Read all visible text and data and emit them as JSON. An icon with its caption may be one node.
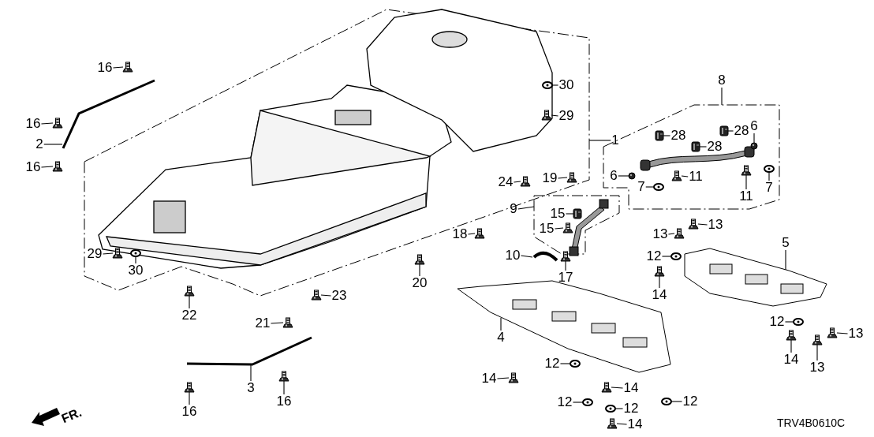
{
  "diagram": {
    "nodes": [
      {
        "text": [
          "16"
        ]
      },
      {
        "text": [
          "8"
        ]
      },
      {
        "text": [
          "30"
        ]
      },
      {
        "text": [
          "1"
        ]
      },
      {
        "text": [
          "29"
        ]
      },
      {
        "text": [
          "16"
        ]
      },
      {
        "text": [
          "28"
        ]
      },
      {
        "text": [
          "28"
        ]
      },
      {
        "text": [
          "6"
        ]
      },
      {
        "text": [
          "2"
        ]
      },
      {
        "text": [
          "28"
        ]
      },
      {
        "text": [
          "16"
        ]
      },
      {
        "text": [
          "6"
        ]
      },
      {
        "text": [
          "11"
        ]
      },
      {
        "text": [
          "24"
        ]
      },
      {
        "text": [
          "19"
        ]
      },
      {
        "text": [
          "7"
        ]
      },
      {
        "text": [
          "11"
        ]
      },
      {
        "text": [
          "7"
        ]
      },
      {
        "text": [
          "9"
        ]
      },
      {
        "text": [
          "15"
        ]
      },
      {
        "text": [
          "15"
        ]
      },
      {
        "text": [
          "18"
        ]
      },
      {
        "text": [
          "13"
        ]
      },
      {
        "text": [
          "13"
        ]
      },
      {
        "text": [
          "5"
        ]
      },
      {
        "text": [
          "29"
        ]
      },
      {
        "text": [
          "10"
        ]
      },
      {
        "text": [
          "12"
        ]
      },
      {
        "text": [
          "30"
        ]
      },
      {
        "text": [
          "17"
        ]
      },
      {
        "text": [
          "20"
        ]
      },
      {
        "text": [
          "14"
        ]
      },
      {
        "text": [
          "23"
        ]
      },
      {
        "text": [
          "22"
        ]
      },
      {
        "text": [
          "4"
        ]
      },
      {
        "text": [
          "21"
        ]
      },
      {
        "text": [
          "12"
        ]
      },
      {
        "text": [
          "13"
        ]
      },
      {
        "text": [
          "14"
        ]
      },
      {
        "text": [
          "12"
        ]
      },
      {
        "text": [
          "13"
        ]
      },
      {
        "text": [
          "14"
        ]
      },
      {
        "text": [
          "3"
        ]
      },
      {
        "text": [
          "14"
        ]
      },
      {
        "text": [
          "16"
        ]
      },
      {
        "text": [
          "12"
        ]
      },
      {
        "text": [
          "12"
        ]
      },
      {
        "text": [
          "12"
        ]
      },
      {
        "text": [
          "16"
        ]
      },
      {
        "text": [
          "14"
        ]
      },
      {
        "text": [],
        "shape": "picture"
      },
      {
        "text": [],
        "shape": "picture"
      },
      {
        "text": [],
        "shape": "picture"
      },
      {
        "text": [],
        "shape": "picture"
      },
      {
        "text": [],
        "shape": "picture"
      },
      {
        "text": [],
        "shape": "picture"
      },
      {
        "text": [],
        "shape": "picture"
      },
      {
        "text": [],
        "shape": "picture"
      },
      {
        "text": [],
        "shape": "picture"
      },
      {
        "text": [],
        "shape": "picture"
      },
      {
        "text": [],
        "shape": "picture"
      },
      {
        "text": [],
        "shape": "picture"
      },
      {
        "text": [],
        "shape": "picture"
      },
      {
        "text": [],
        "shape": "picture"
      },
      {
        "text": [],
        "shape": "picture"
      },
      {
        "text": [],
        "shape": "picture"
      },
      {
        "text": [],
        "shape": "picture"
      },
      {
        "text": [],
        "shape": "picture"
      },
      {
        "text": [],
        "shape": "picture"
      },
      {
        "text": [],
        "shape": "picture"
      },
      {
        "text": [],
        "shape": "picture"
      },
      {
        "text": [],
        "shape": "picture"
      },
      {
        "text": [],
        "shape": "picture"
      },
      {
        "text": [],
        "shape": "picture"
      },
      {
        "text": [],
        "shape": "picture"
      },
      {
        "text": [],
        "shape": "picture"
      },
      {
        "text": [],
        "shape": "picture"
      },
      {
        "text": [],
        "shape": "picture"
      },
      {
        "text": [],
        "shape": "picture"
      },
      {
        "text": [],
        "shape": "picture"
      },
      {
        "text": [],
        "shape": "picture"
      },
      {
        "text": [],
        "shape": "picture"
      },
      {
        "text": [],
        "shape": "picture"
      },
      {
        "text": [],
        "shape": "picture"
      },
      {
        "text": [],
        "shape": "picture"
      },
      {
        "text": [],
        "shape": "picture"
      },
      {
        "text": [],
        "shape": "picture"
      },
      {
        "text": [],
        "shape": "picture"
      },
      {
        "text": [],
        "shape": "picture"
      },
      {
        "text": [],
        "shape": "picture"
      },
      {
        "text": [],
        "shape": "picture"
      },
      {
        "text": [],
        "shape": "picture"
      },
      {
        "text": [],
        "shape": "picture"
      },
      {
        "text": [],
        "shape": "picture"
      },
      {
        "text": [],
        "shape": "picture"
      },
      {
        "text": [],
        "shape": "picture"
      },
      {
        "text": [],
        "shape": "picture"
      },
      {
        "text": [],
        "shape": "picture"
      }
    ],
    "edges": [
      {
        "from": 0,
        "to": 51,
        "arrow": "none"
      },
      {
        "from": 1,
        "to": null,
        "arrow": "none"
      },
      {
        "from": 2,
        "to": 52,
        "arrow": "none"
      },
      {
        "from": 3,
        "to": null,
        "arrow": "none"
      },
      {
        "from": 4,
        "to": 53,
        "arrow": "none"
      },
      {
        "from": 5,
        "to": 54,
        "arrow": "none"
      },
      {
        "from": 6,
        "to": 55,
        "arrow": "none"
      },
      {
        "from": 7,
        "to": 56,
        "arrow": "none"
      },
      {
        "from": 8,
        "to": 57,
        "arrow": "none"
      },
      {
        "from": 9,
        "to": 58,
        "arrow": "none"
      },
      {
        "from": 10,
        "to": 59,
        "arrow": "none"
      },
      {
        "from": 11,
        "to": 60,
        "arrow": "none"
      },
      {
        "from": 12,
        "to": 61,
        "arrow": "none"
      },
      {
        "from": 13,
        "to": 62,
        "arrow": "none"
      },
      {
        "from": 14,
        "to": 63,
        "arrow": "none"
      },
      {
        "from": 15,
        "to": 64,
        "arrow": "none"
      },
      {
        "from": 16,
        "to": 65,
        "arrow": "none"
      },
      {
        "from": 17,
        "to": 66,
        "arrow": "none"
      },
      {
        "from": 18,
        "to": 67,
        "arrow": "none"
      },
      {
        "from": 19,
        "to": null,
        "arrow": "none"
      },
      {
        "from": 20,
        "to": 68,
        "arrow": "none"
      },
      {
        "from": 21,
        "to": 69,
        "arrow": "none"
      },
      {
        "from": 22,
        "to": 70,
        "arrow": "none"
      },
      {
        "from": 23,
        "to": 71,
        "arrow": "none"
      },
      {
        "from": 24,
        "to": 72,
        "arrow": "none"
      },
      {
        "from": 25,
        "to": 73,
        "arrow": "none"
      },
      {
        "from": 26,
        "to": 74,
        "arrow": "none"
      },
      {
        "from": 27,
        "to": 75,
        "arrow": "none"
      },
      {
        "from": 28,
        "to": 76,
        "arrow": "none"
      },
      {
        "from": 29,
        "to": 77,
        "arrow": "none"
      },
      {
        "from": 30,
        "to": 78,
        "arrow": "none"
      },
      {
        "from": 31,
        "to": 79,
        "arrow": "none"
      },
      {
        "from": 32,
        "to": 80,
        "arrow": "none"
      },
      {
        "from": 33,
        "to": 81,
        "arrow": "none"
      },
      {
        "from": 34,
        "to": 82,
        "arrow": "none"
      },
      {
        "from": 35,
        "to": 83,
        "arrow": "none"
      },
      {
        "from": 36,
        "to": 84,
        "arrow": "none"
      },
      {
        "from": 37,
        "to": 85,
        "arrow": "none"
      },
      {
        "from": 38,
        "to": 86,
        "arrow": "none"
      },
      {
        "from": 39,
        "to": 87,
        "arrow": "none"
      },
      {
        "from": 40,
        "to": 88,
        "arrow": "none"
      },
      {
        "from": 41,
        "to": 89,
        "arrow": "none"
      },
      {
        "from": 42,
        "to": 90,
        "arrow": "none"
      },
      {
        "from": 43,
        "to": 91,
        "arrow": "none"
      },
      {
        "from": 44,
        "to": 92,
        "arrow": "none"
      },
      {
        "from": 45,
        "to": 93,
        "arrow": "none"
      },
      {
        "from": 46,
        "to": 94,
        "arrow": "none"
      },
      {
        "from": 47,
        "to": 95,
        "arrow": "none"
      },
      {
        "from": 48,
        "to": 96,
        "arrow": "none"
      },
      {
        "from": 49,
        "to": 97,
        "arrow": "none"
      },
      {
        "from": 50,
        "to": 98,
        "arrow": "none"
      }
    ],
    "labels": [
      "FR.",
      "TRV4B0610C"
    ]
  }
}
